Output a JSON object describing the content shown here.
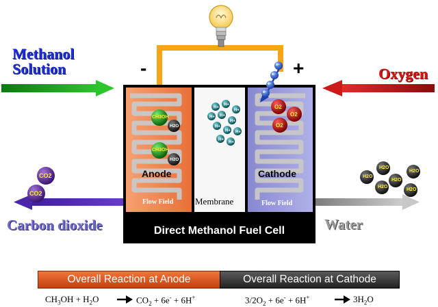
{
  "labels": {
    "methanol": "Methanol\nSolution",
    "methanol_line1": "Methanol",
    "methanol_line2": "Solution",
    "oxygen": "Oxygen",
    "carbon_dioxide": "Carbon dioxide",
    "water": "Water",
    "minus": "-",
    "plus": "+",
    "anode": "Anode",
    "cathode": "Cathode",
    "membrane": "Membrane",
    "flow_field_left": "Flow Field",
    "flow_field_right": "Flow Field",
    "title": "Direct Methanol Fuel Cell"
  },
  "molecules": {
    "ch3oh": "CH3OH",
    "h2o": "H2O",
    "o2": "O2",
    "co2": "CO2",
    "h_plus": "H+",
    "e_minus": "e-"
  },
  "reactions": {
    "anode_header": "Overall Reaction at Anode",
    "cathode_header": "Overall Reaction at Cathode",
    "anode_lhs": "CH3OH + H2O",
    "anode_rhs": "CO2 + 6e- + 6H+",
    "cathode_lhs": "3/2O2 + 6e- + 6H+",
    "cathode_rhs": "3H2O"
  },
  "colors": {
    "methanol_arrow": "#1aa11a",
    "oxygen_arrow": "#cc1a1a",
    "co2_arrow": "#6a3fc8",
    "water_arrow": "#9a9a9a",
    "wire": "#f5a516",
    "anode_plate": "#f09060",
    "cathode_plate": "#9a9ad8"
  }
}
